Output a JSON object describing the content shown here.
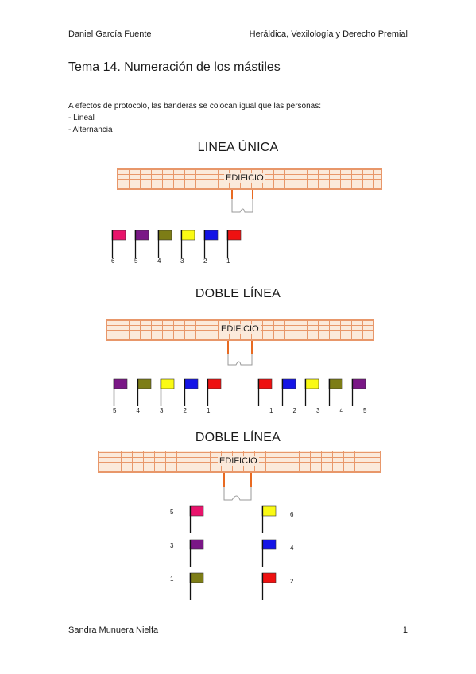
{
  "header": {
    "left": "Daniel García Fuente",
    "right": "Heráldica, Vexilología y Derecho Premial"
  },
  "title": "Tema 14. Numeración de los mástiles",
  "intro": {
    "line1": "A efectos de protocolo, las banderas se colocan igual que las personas:",
    "line2": "- Lineal",
    "line3": "- Alternancia"
  },
  "diagram1": {
    "heading": "LINEA ÚNICA",
    "building": "EDIFICIO",
    "flags": [
      {
        "color": "#e8136b",
        "num": "6"
      },
      {
        "color": "#7a1786",
        "num": "5"
      },
      {
        "color": "#7d7d16",
        "num": "4"
      },
      {
        "color": "#fafa14",
        "num": "3"
      },
      {
        "color": "#1414e6",
        "num": "2"
      },
      {
        "color": "#ee1111",
        "num": "1"
      }
    ]
  },
  "diagram2": {
    "heading": "DOBLE LÍNEA",
    "building": "EDIFICIO",
    "left": [
      {
        "color": "#7a1786",
        "num": "5"
      },
      {
        "color": "#7d7d16",
        "num": "4"
      },
      {
        "color": "#fafa14",
        "num": "3"
      },
      {
        "color": "#1414e6",
        "num": "2"
      },
      {
        "color": "#ee1111",
        "num": "1"
      }
    ],
    "right": [
      {
        "color": "#ee1111",
        "num": "1"
      },
      {
        "color": "#1414e6",
        "num": "2"
      },
      {
        "color": "#fafa14",
        "num": "3"
      },
      {
        "color": "#7d7d16",
        "num": "4"
      },
      {
        "color": "#7a1786",
        "num": "5"
      }
    ]
  },
  "diagram3": {
    "heading": "DOBLE LÍNEA",
    "building": "EDIFICIO",
    "left": [
      {
        "color": "#e8136b",
        "num": "5"
      },
      {
        "color": "#7a1786",
        "num": "3"
      },
      {
        "color": "#7d7d16",
        "num": "1"
      }
    ],
    "right": [
      {
        "color": "#fafa14",
        "num": "6"
      },
      {
        "color": "#1414e6",
        "num": "4"
      },
      {
        "color": "#ee1111",
        "num": "2"
      }
    ]
  },
  "footer": {
    "left": "Sandra Munuera Nielfa",
    "page": "1"
  }
}
